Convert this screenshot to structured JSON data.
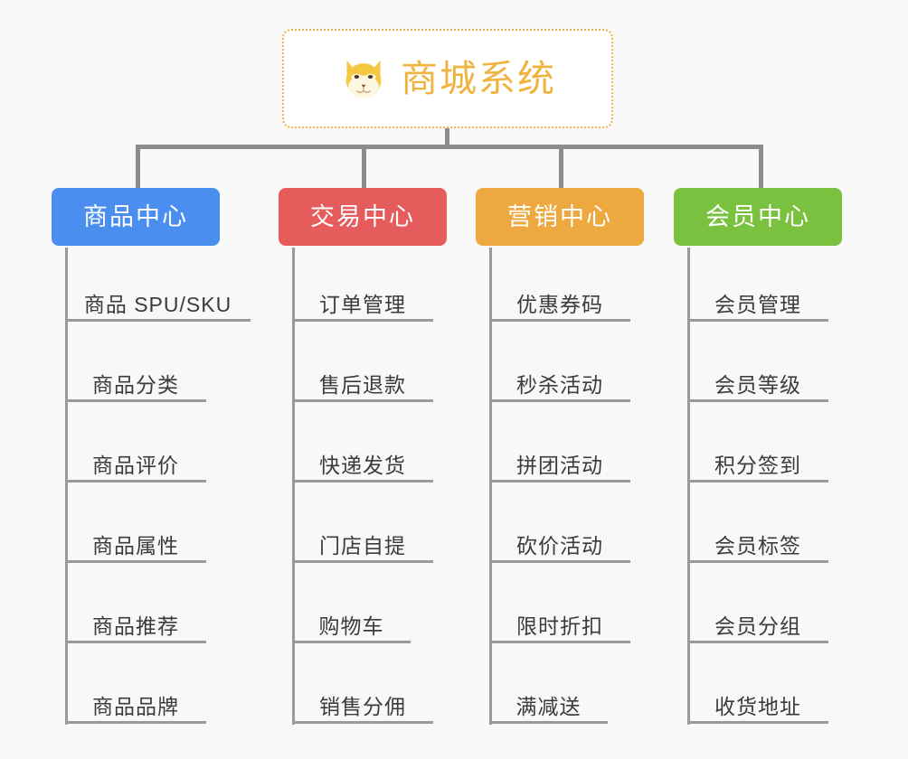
{
  "page": {
    "background_color": "#f8f8f8",
    "type": "org-chart"
  },
  "root": {
    "title": "商城系统",
    "icon": "shiba-dog-face-icon",
    "text_color": "#f0b33f",
    "border_color": "#f0b24a",
    "background_color": "#ffffff"
  },
  "branches": [
    {
      "id": "product-center",
      "label": "商品中心",
      "color": "#4a8ef0",
      "items": [
        "商品 SPU/SKU",
        "商品分类",
        "商品评价",
        "商品属性",
        "商品推荐",
        "商品品牌"
      ]
    },
    {
      "id": "trade-center",
      "label": "交易中心",
      "color": "#e65c5c",
      "items": [
        "订单管理",
        "售后退款",
        "快递发货",
        "门店自提",
        "购物车",
        "销售分佣"
      ]
    },
    {
      "id": "marketing-center",
      "label": "营销中心",
      "color": "#eda93f",
      "items": [
        "优惠券码",
        "秒杀活动",
        "拼团活动",
        "砍价活动",
        "限时折扣",
        "满减送"
      ]
    },
    {
      "id": "member-center",
      "label": "会员中心",
      "color": "#79c13f",
      "items": [
        "会员管理",
        "会员等级",
        "积分签到",
        "会员标签",
        "会员分组",
        "收货地址"
      ]
    }
  ]
}
